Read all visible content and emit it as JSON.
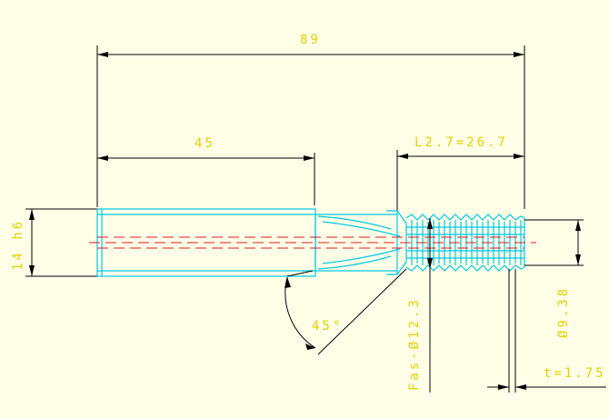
{
  "dimensions": {
    "overall_length": "89",
    "shank_length": "45",
    "thread_length": "L2.7=26.7",
    "shank_diameter": "14 h6",
    "chamfer_angle": "45°",
    "chamfer_diameter": "Fas-Ø12.3",
    "core_diameter": "Ø9.38",
    "pitch": "t=1.75"
  },
  "colors": {
    "background": "#ffffe8",
    "outline": "#00c8e8",
    "dimension_lines": "#000000",
    "dimension_text": "#e6d000",
    "centerline": "#e0182a"
  }
}
